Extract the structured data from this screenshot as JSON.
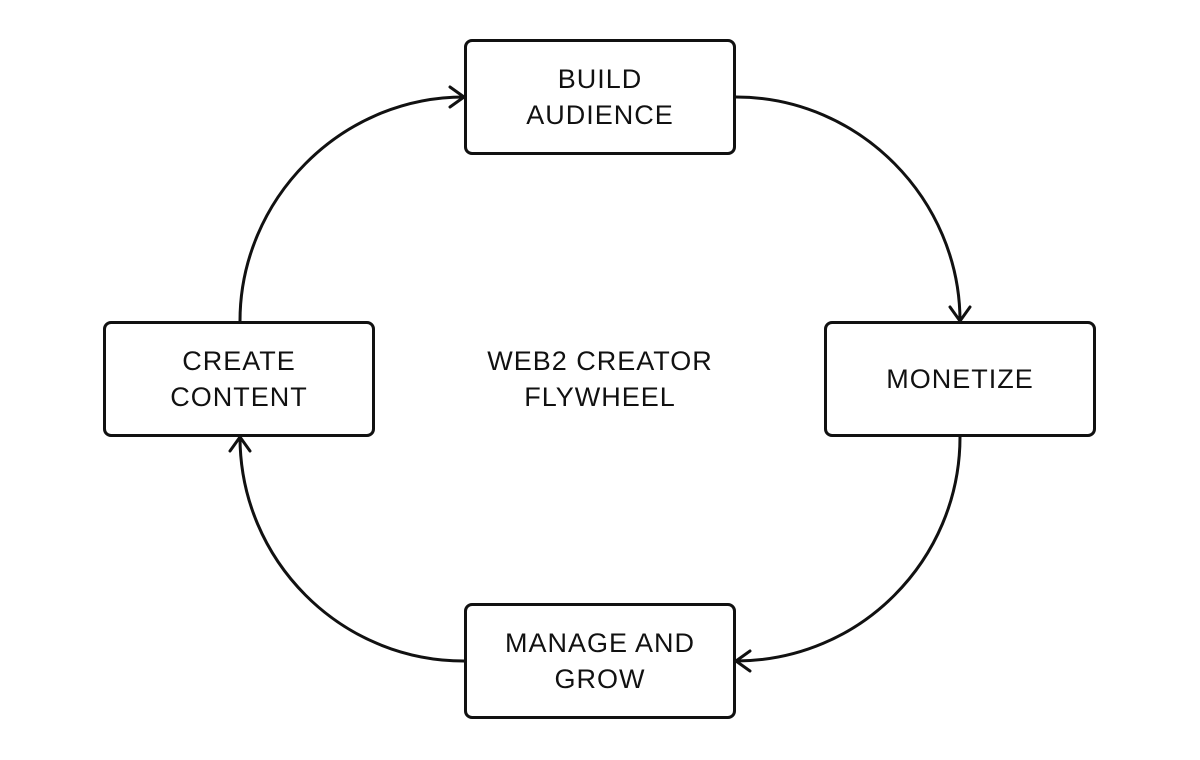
{
  "diagram": {
    "center_title": "WEB2 CREATOR\nFLYWHEEL",
    "nodes": [
      {
        "id": "build",
        "label": "BUILD\nAUDIENCE"
      },
      {
        "id": "monetize",
        "label": "MONETIZE"
      },
      {
        "id": "manage",
        "label": "MANAGE AND\nGROW"
      },
      {
        "id": "create",
        "label": "CREATE\nCONTENT"
      }
    ],
    "edges": [
      {
        "from": "build",
        "to": "monetize"
      },
      {
        "from": "monetize",
        "to": "manage"
      },
      {
        "from": "manage",
        "to": "create"
      },
      {
        "from": "create",
        "to": "build"
      }
    ],
    "colors": {
      "stroke": "#111111",
      "background": "#ffffff"
    }
  }
}
